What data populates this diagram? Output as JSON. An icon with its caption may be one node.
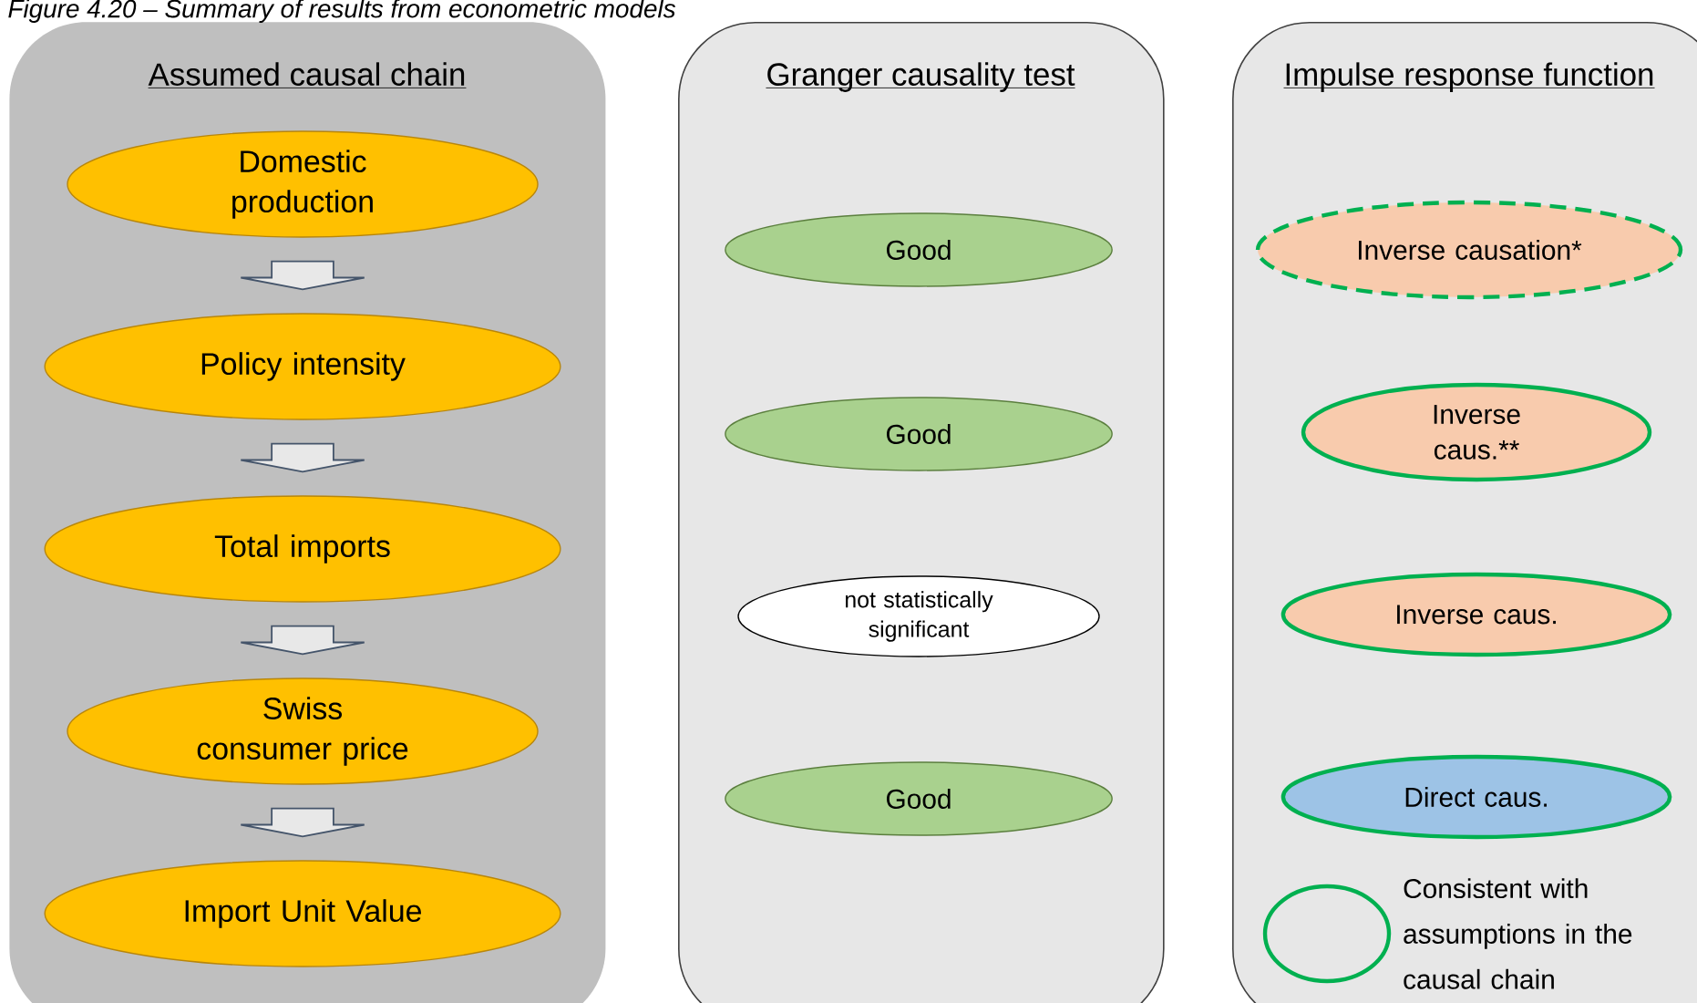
{
  "diagram": {
    "title": "Figure 4.20 – Summary of results from econometric models",
    "nodes": [
      {
        "text": [
          "Assumed causal chain"
        ]
      },
      {
        "text": [
          "Domestic production"
        ],
        "in": 0
      },
      {
        "text": [
          "Policy intensity"
        ],
        "in": 0
      },
      {
        "text": [
          "Total imports"
        ],
        "in": 0
      },
      {
        "text": [
          "Swiss consumer price"
        ],
        "in": 0
      },
      {
        "text": [
          "Import Unit Value"
        ],
        "in": 0
      },
      {
        "text": [
          "Granger causality test"
        ]
      },
      {
        "text": [
          "Good"
        ],
        "in": 6
      },
      {
        "text": [
          "Good"
        ],
        "in": 6
      },
      {
        "text": [
          "not statistically significant"
        ],
        "in": 6
      },
      {
        "text": [
          "Good"
        ],
        "in": 6
      },
      {
        "text": [
          "Impulse response function"
        ]
      },
      {
        "text": [
          "Inverse causation*"
        ],
        "in": 11
      },
      {
        "text": [
          "Inverse caus.**"
        ],
        "in": 11
      },
      {
        "text": [
          "Inverse caus."
        ],
        "in": 11
      },
      {
        "text": [
          "Direct caus."
        ],
        "in": 11
      }
    ],
    "edges": [
      {
        "from": 1,
        "to": 2,
        "arrow": "to"
      },
      {
        "from": 2,
        "to": 3,
        "arrow": "to"
      },
      {
        "from": 3,
        "to": 4,
        "arrow": "to"
      },
      {
        "from": 4,
        "to": 5,
        "arrow": "to"
      }
    ],
    "legend": [
      {
        "text": "Consistent with assumptions in the causal chain"
      }
    ]
  }
}
